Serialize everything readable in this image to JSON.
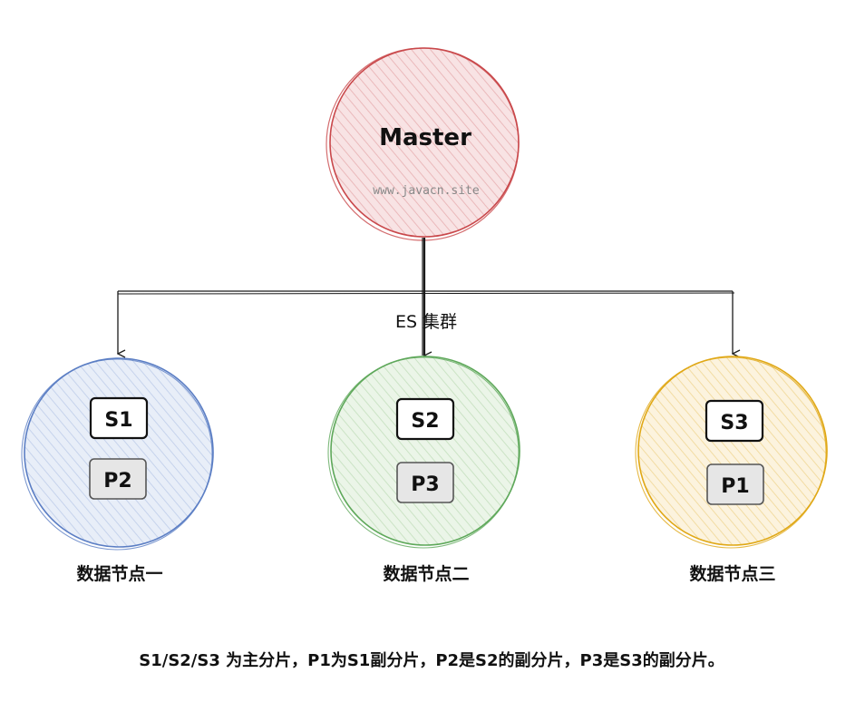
{
  "master": {
    "title": "Master",
    "watermark": "www.javacn.site",
    "color": "#c9484b",
    "fill": "#f6dcdd"
  },
  "cluster_label": "ES 集群",
  "nodes": [
    {
      "label": "数据节点一",
      "primary": "S1",
      "replica": "P2",
      "color": "#5b7ec4",
      "fill": "#e3eaf7"
    },
    {
      "label": "数据节点二",
      "primary": "S2",
      "replica": "P3",
      "color": "#5ea85a",
      "fill": "#e6f2e3"
    },
    {
      "label": "数据节点三",
      "primary": "S3",
      "replica": "P1",
      "color": "#e0a816",
      "fill": "#fbf0d6"
    }
  ],
  "caption": "S1/S2/S3 为主分片，P1为S1副分片，P2是S2的副分片，P3是S3的副分片。"
}
